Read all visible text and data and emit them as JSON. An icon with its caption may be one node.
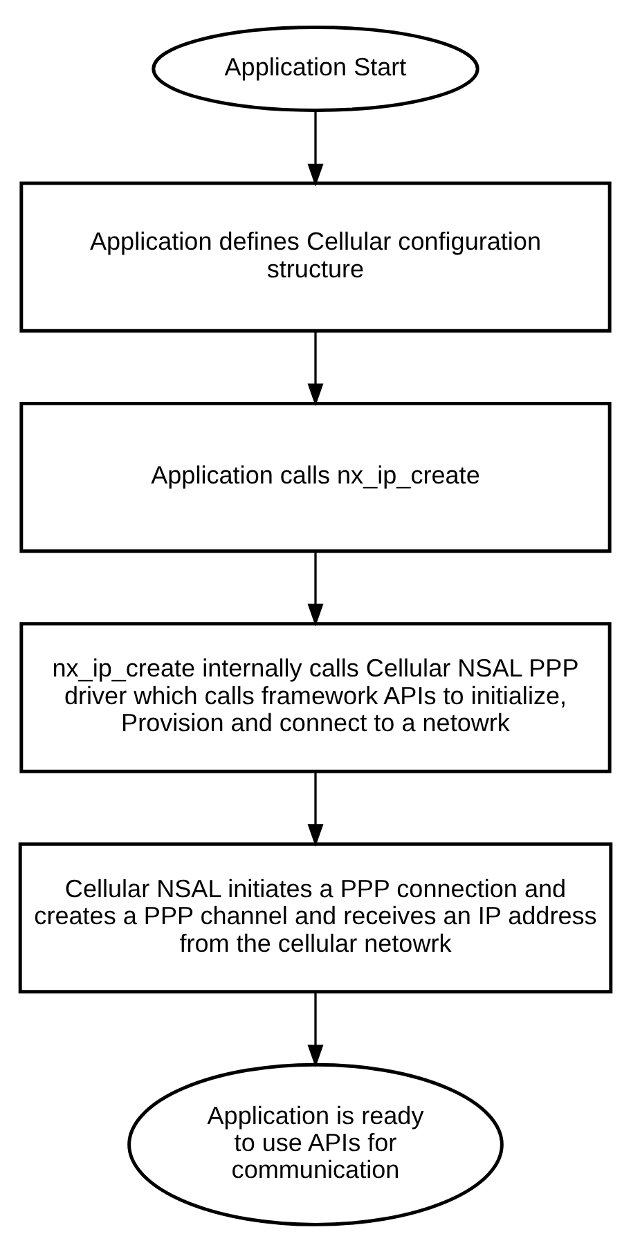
{
  "diagram": {
    "nodes": [
      {
        "text": [
          "Application Start"
        ]
      },
      {
        "text": [
          "Application defines Cellular configuration structure"
        ]
      },
      {
        "text": [
          "Application calls nx_ip_create"
        ]
      },
      {
        "text": [
          "nx_ip_create internally calls Cellular NSAL PPP driver which calls framework APIs to initialize, Provision and connect to a netowrk"
        ]
      },
      {
        "text": [
          "Cellular NSAL initiates a PPP connection and creates a PPP channel and receives an IP address from the cellular netowrk"
        ]
      },
      {
        "text": [
          "Application is ready to use APIs for communication"
        ]
      }
    ],
    "edges": [
      {
        "from": 0,
        "to": 1,
        "arrow": "to"
      },
      {
        "from": 1,
        "to": 2,
        "arrow": "to"
      },
      {
        "from": 2,
        "to": 3,
        "arrow": "to"
      },
      {
        "from": 3,
        "to": 4,
        "arrow": "to"
      },
      {
        "from": 4,
        "to": 5,
        "arrow": "to"
      }
    ]
  }
}
